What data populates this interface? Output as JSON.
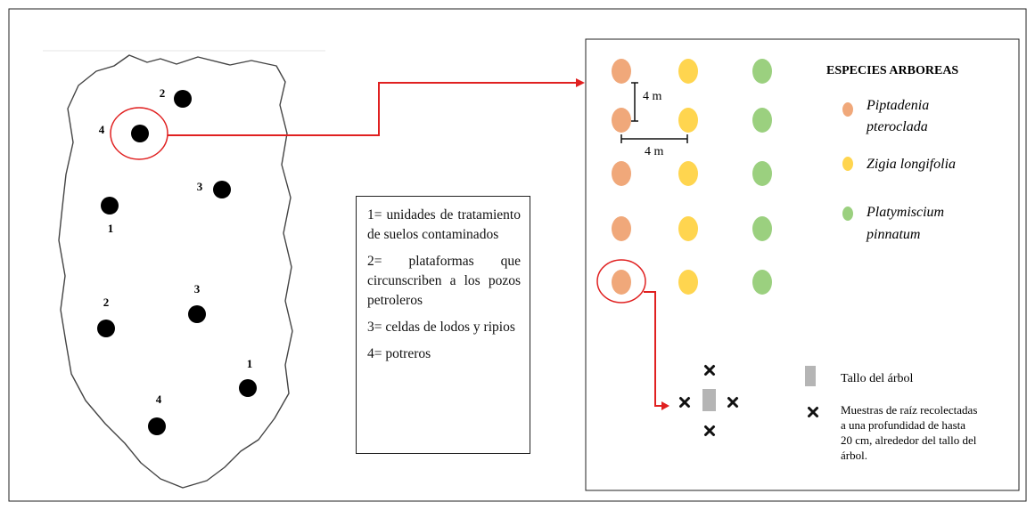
{
  "site_map": {
    "points": [
      {
        "id": "p4a",
        "label": "4"
      },
      {
        "id": "p2a",
        "label": "2"
      },
      {
        "id": "p3a",
        "label": "3"
      },
      {
        "id": "p1a",
        "label": "1"
      },
      {
        "id": "p2b",
        "label": "2"
      },
      {
        "id": "p3b",
        "label": "3"
      },
      {
        "id": "p1b",
        "label": "1"
      },
      {
        "id": "p4b",
        "label": "4"
      }
    ]
  },
  "legend": {
    "item_1": "1= unidades de tratamiento de suelos contaminados",
    "item_2": "2= plataformas que circunscriben a los pozos petroleros",
    "item_3": "3= celdas de lodos y ripios",
    "item_4": "4= potreros"
  },
  "plot": {
    "spacing_vertical": "4 m",
    "spacing_horizontal": "4 m",
    "species_title": "ESPECIES ARBOREAS",
    "species": [
      {
        "name_line1": "Piptadenia",
        "name_line2": "pteroclada",
        "color": "#f0a87a"
      },
      {
        "name_line1": "Zigia longifolia",
        "name_line2": "",
        "color": "#ffd54f"
      },
      {
        "name_line1": "Platymiscium",
        "name_line2": "pinnatum",
        "color": "#9bd07f"
      }
    ],
    "sampling": {
      "stem_label": "Tallo del árbol",
      "samples_line1": "Muestras de raíz recolectadas",
      "samples_line2": "a una profundidad de hasta",
      "samples_line3": "20 cm, alrededor del tallo del",
      "samples_line4": "árbol.",
      "stem_color": "#b5b5b5"
    }
  },
  "colors": {
    "highlight": "#e02020",
    "point": "#000000"
  }
}
